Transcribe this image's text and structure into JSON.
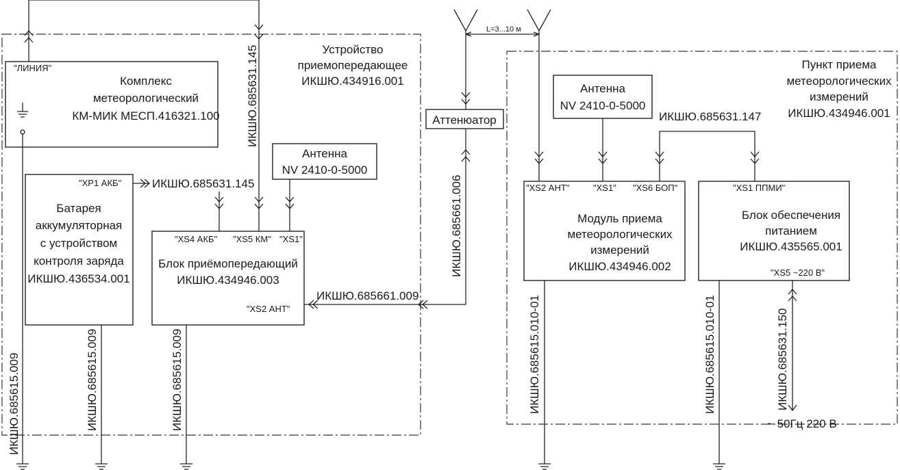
{
  "top_link": {
    "distance_label": "L=3...10 м"
  },
  "device_transceiver": {
    "title_lines": [
      "Устройство",
      "приемопередающее",
      "ИКШЮ.434916.001"
    ]
  },
  "complex": {
    "connector": "\"ЛИНИЯ\"",
    "lines": [
      "Комплекс",
      "метеорологический",
      "КМ-МИК МЕСП.416321.100"
    ]
  },
  "antenna_left": {
    "lines": [
      "Антенна",
      "NV 2410-0-5000"
    ]
  },
  "battery": {
    "connector": "\"XP1 АКБ\"",
    "lines": [
      "Батарея",
      "аккумуляторная",
      "с устройством",
      "контроля заряда",
      "ИКШЮ.436534.001"
    ]
  },
  "transceiver_block": {
    "connectors": [
      "\"XS4 АКБ\"",
      "\"XS5 КМ\"",
      "\"XS1\""
    ],
    "lines": [
      "Блок приёмопередающий",
      "ИКШЮ.434946.003"
    ],
    "ant_connector": "\"XS2 АНТ\""
  },
  "attenuator": {
    "label": "Аттенюатор"
  },
  "cables": {
    "km_link": "ИКШЮ.685631.145",
    "battery_link": "ИКШЮ.685631.145",
    "ground_km": "ИКШЮ.685615.009",
    "ground_battery": "ИКШЮ.685615.009",
    "ground_block": "ИКШЮ.685615.009",
    "ant_block": "ИКШЮ.685661.009",
    "attenuator_link": "ИКШЮ.685661.006",
    "module_power": "ИКШЮ.685631.147",
    "ground_module": "ИКШЮ.685615.010-01",
    "ground_power": "ИКШЮ.685615.010-01",
    "mains": "ИКШЮ.685631.150"
  },
  "station": {
    "title_lines": [
      "Пункт приема",
      "метеорологических",
      "измерений",
      "ИКШЮ.434946.001"
    ]
  },
  "antenna_right": {
    "lines": [
      "Антенна",
      "NV 2410-0-5000"
    ]
  },
  "module": {
    "connectors": [
      "\"XS2 АНТ\"",
      "\"XS1\"",
      "\"XS6 БОП\""
    ],
    "lines": [
      "Модуль приема",
      "метеорологических",
      "измерений",
      "ИКШЮ.434946.002"
    ]
  },
  "power_block": {
    "connector": "\"XS1 ППМИ\"",
    "lines": [
      "Блок обеспечения",
      "питанием",
      "ИКШЮ.435565.001"
    ],
    "out_connector": "\"XS5 ~220 В\""
  },
  "mains_label": "~ 50Гц 220 В"
}
